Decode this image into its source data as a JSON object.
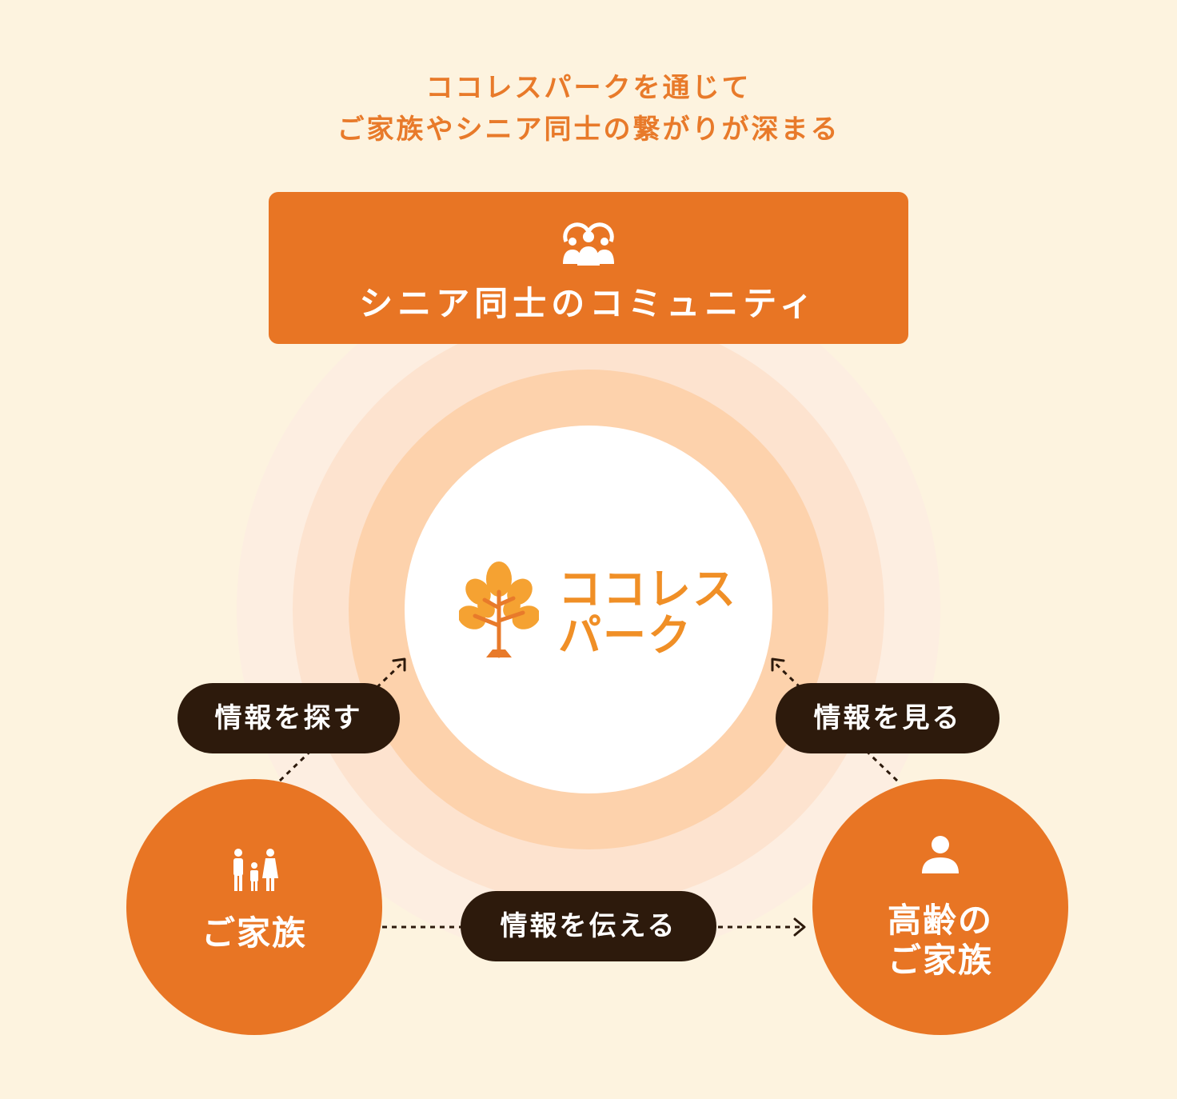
{
  "headline": {
    "line1": "ココレスパークを通じて",
    "line2": "ご家族やシニア同士の繋がりが深まる"
  },
  "community": {
    "label": "シニア同士のコミュニティ",
    "icon": "community-group-icon"
  },
  "logo": {
    "line1": "ココレス",
    "line2": "パーク",
    "icon": "tree-logo-icon"
  },
  "nodes": {
    "family": {
      "label": "ご家族",
      "icon": "family-icon"
    },
    "senior": {
      "line1": "高齢の",
      "line2": "ご家族",
      "icon": "person-icon"
    }
  },
  "actions": {
    "search": "情報を探す",
    "view": "情報を見る",
    "tell": "情報を伝える"
  },
  "colors": {
    "background": "#fdf3df",
    "accent": "#e87524",
    "headline": "#e87a2a",
    "pill": "#2d1a0c",
    "logo": "#f08f26"
  }
}
